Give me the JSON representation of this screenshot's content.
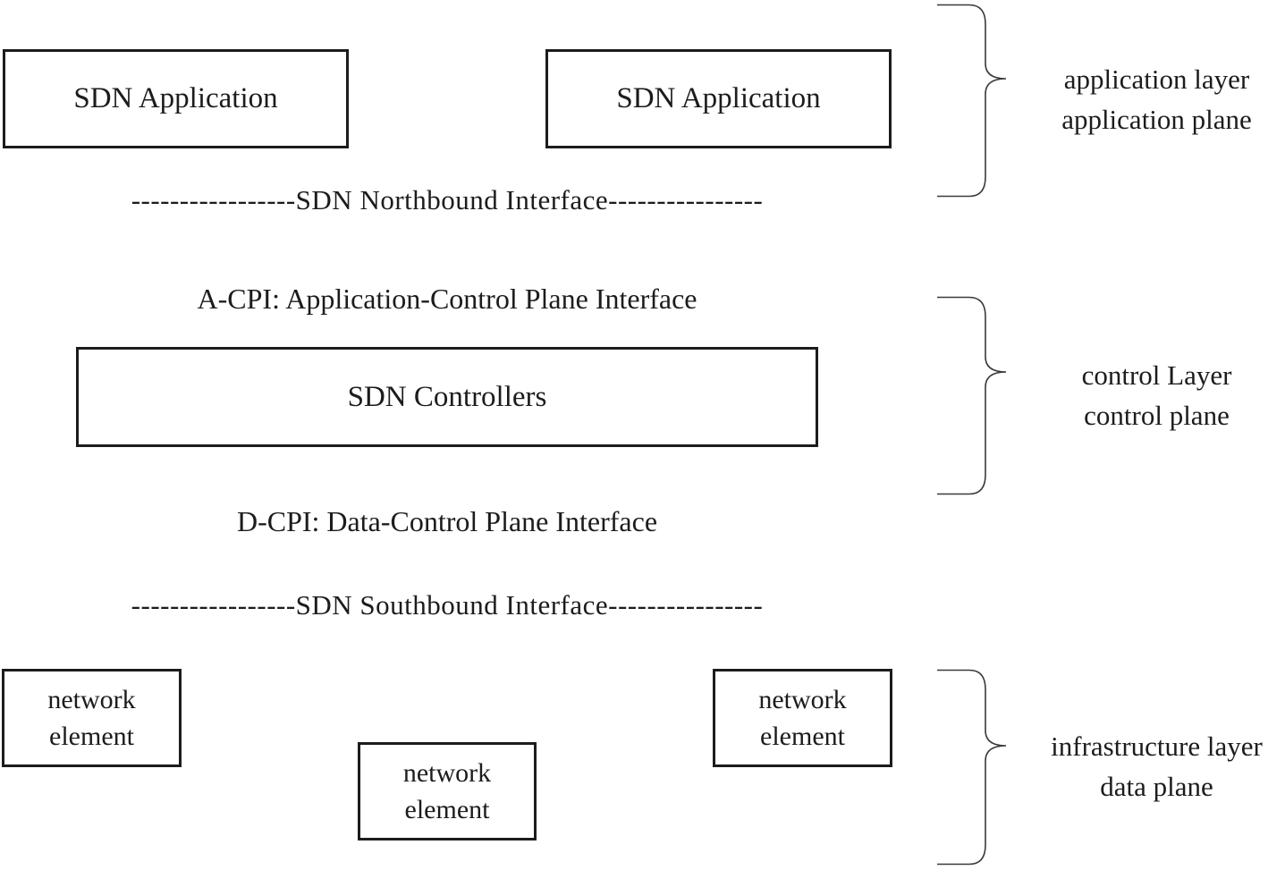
{
  "diagram": {
    "title_semantic": "SDN architecture layers diagram",
    "boxes": {
      "sdn_application_left": "SDN Application",
      "sdn_application_right": "SDN Application",
      "sdn_controllers": "SDN Controllers",
      "network_element_left": "network element",
      "network_element_middle": "network element",
      "network_element_right": "network element"
    },
    "interfaces": {
      "northbound": "-----------------SDN Northbound Interface----------------",
      "southbound": "-----------------SDN Southbound Interface----------------",
      "acpi": "A-CPI: Application-Control Plane Interface",
      "dcpi": "D-CPI: Data-Control Plane Interface"
    },
    "layers": {
      "application": {
        "line1": "application layer",
        "line2": "application plane"
      },
      "control": {
        "line1": "control Layer",
        "line2": "control plane"
      },
      "infrastructure": {
        "line1": "infrastructure layer",
        "line2": "data plane"
      }
    },
    "colors": {
      "ink": "#1c1c1c",
      "brace_stroke": "#3a3a3a",
      "background": "#ffffff"
    }
  }
}
